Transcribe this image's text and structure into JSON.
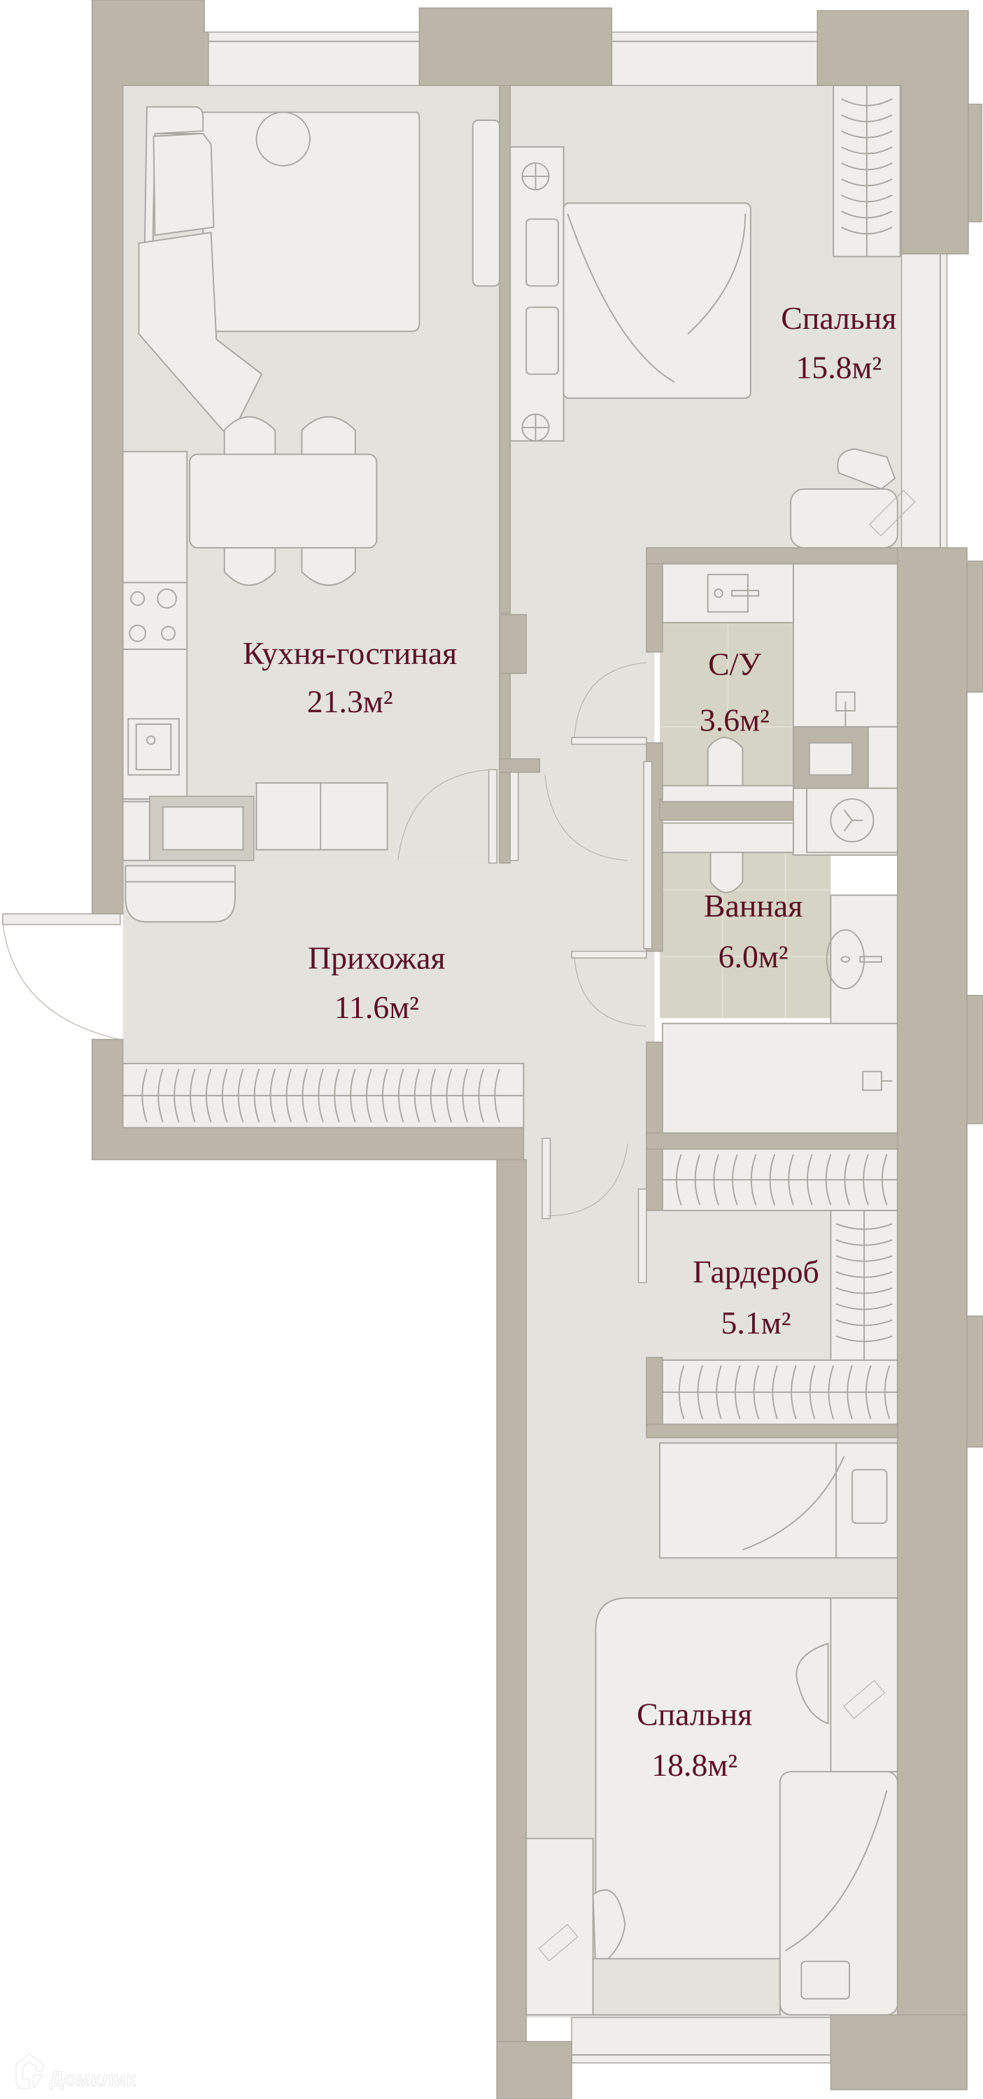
{
  "plan": {
    "rooms": [
      {
        "id": "kitchen-living",
        "name": "Кухня-гостиная",
        "area": "21.3м²"
      },
      {
        "id": "bedroom-1",
        "name": "Спальня",
        "area": "15.8м²"
      },
      {
        "id": "wc",
        "name": "С/У",
        "area": "3.6м²"
      },
      {
        "id": "hallway",
        "name": "Прихожая",
        "area": "11.6м²"
      },
      {
        "id": "bathroom",
        "name": "Ванная",
        "area": "6.0м²"
      },
      {
        "id": "wardrobe",
        "name": "Гардероб",
        "area": "5.1м²"
      },
      {
        "id": "bedroom-2",
        "name": "Спальня",
        "area": "18.8м²"
      }
    ],
    "colors": {
      "wall": "#bbb6a8",
      "floor": "#e3e2dd",
      "furniture": "#efeeea",
      "tile": "#d6d4c5",
      "label": "#5a0f24"
    }
  },
  "watermark": {
    "text": "Домклик",
    "icon": "house-logo-icon"
  }
}
